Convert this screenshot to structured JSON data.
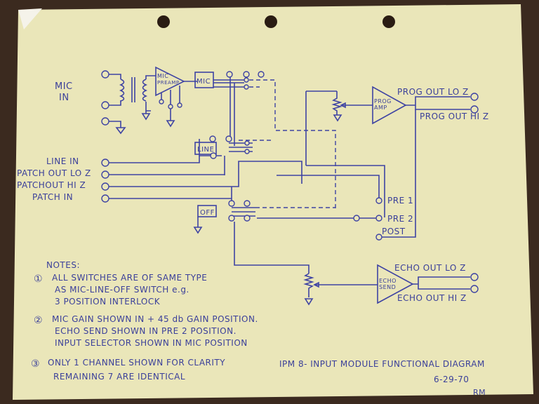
{
  "labels": {
    "mic_in_1": "MIC",
    "mic_in_2": "IN",
    "mic_preamp_1": "MIC",
    "mic_preamp_2": "PREAMP",
    "mic_switch": "MIC",
    "line_switch": "LINE",
    "off_switch": "OFF",
    "prog_amp_1": "PROG",
    "prog_amp_2": "AMP",
    "prog_out_lo": "PROG OUT LO Z",
    "prog_out_hi": "PROG OUT HI Z",
    "line_in": "LINE IN",
    "patch_out_lo": "PATCH OUT LO Z",
    "patch_out_hi": "PATCHOUT HI Z",
    "patch_in": "PATCH IN",
    "pre1": "PRE 1",
    "pre2": "PRE 2",
    "post": "POST",
    "echo_send_1": "ECHO",
    "echo_send_2": "SEND",
    "echo_out_lo": "ECHO OUT LO Z",
    "echo_out_hi": "ECHO OUT HI Z"
  },
  "notes": {
    "heading": "NOTES:",
    "n1_num": "①",
    "n1_line1": "ALL SWITCHES ARE OF SAME TYPE",
    "n1_line2": "AS MIC-LINE-OFF SWITCH e.g.",
    "n1_line3": "3 POSITION INTERLOCK",
    "n2_num": "②",
    "n2_line1": "MIC GAIN SHOWN IN + 45 db GAIN POSITION.",
    "n2_line2": "ECHO SEND SHOWN IN PRE 2 POSITION.",
    "n2_line3": "INPUT SELECTOR SHOWN IN MIC POSITION",
    "n3_num": "③",
    "n3_line1": "ONLY 1 CHANNEL SHOWN FOR CLARITY",
    "n3_line2": "REMAINING 7 ARE IDENTICAL"
  },
  "title_block": {
    "title": "IPM 8- INPUT MODULE FUNCTIONAL DIAGRAM",
    "date": "6-29-70",
    "initials": "RM"
  },
  "colors": {
    "ink": "#3e43a3",
    "paper": "#eae6b9",
    "background": "#3b2a1f"
  }
}
